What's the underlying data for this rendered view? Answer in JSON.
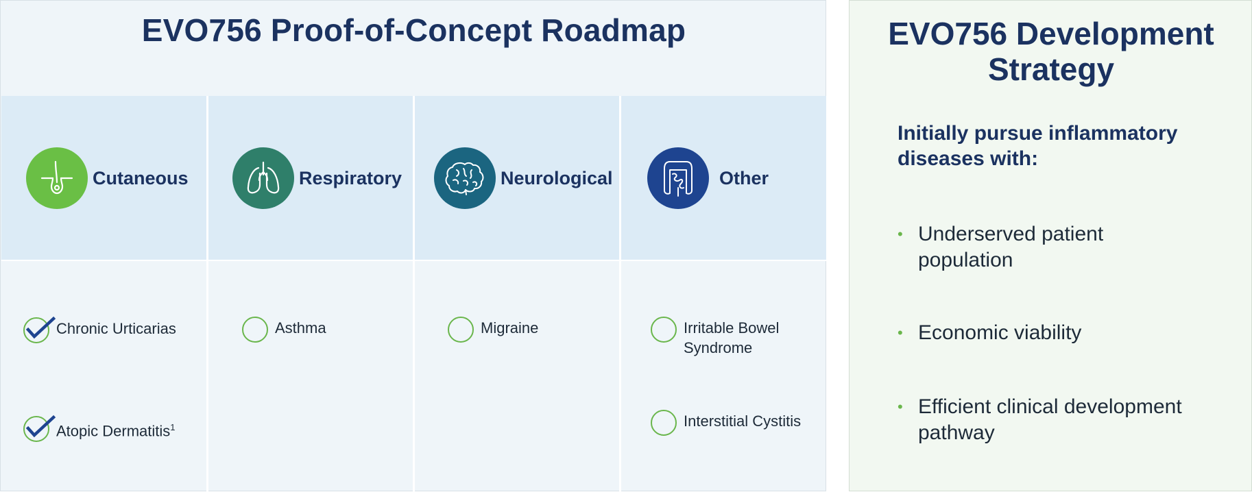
{
  "roadmap": {
    "title": "EVO756 Proof-of-Concept Roadmap",
    "categories": [
      {
        "label": "Cutaneous",
        "icon": "hair-follicle-icon",
        "color": "#6abf45"
      },
      {
        "label": "Respiratory",
        "icon": "lungs-icon",
        "color": "#2f7f6a"
      },
      {
        "label": "Neurological",
        "icon": "brain-icon",
        "color": "#1b6580"
      },
      {
        "label": "Other",
        "icon": "intestine-icon",
        "color": "#1e4490"
      }
    ],
    "items": {
      "chronic_urticarias": {
        "label": "Chronic Urticarias",
        "status": "checked"
      },
      "atopic_dermatitis": {
        "label": "Atopic Dermatitis",
        "footnote": "1",
        "status": "checked"
      },
      "asthma": {
        "label": "Asthma",
        "status": "open"
      },
      "migraine": {
        "label": "Migraine",
        "status": "open"
      },
      "ibs_line1": {
        "label": "Irritable Bowel"
      },
      "ibs_line2": {
        "label": "Syndrome"
      },
      "ibs": {
        "status": "open"
      },
      "interstitial_cystitis": {
        "label": "Interstitial Cystitis",
        "status": "open"
      }
    },
    "colors": {
      "title": "#1b3260",
      "check": "#1e4490",
      "circle": "#6ab64c",
      "band": "#dcebf6"
    }
  },
  "strategy": {
    "title_line1": "EVO756 Development",
    "title_line2": "Strategy",
    "subtitle_line1": "Initially pursue inflammatory",
    "subtitle_line2": "diseases with:",
    "bullets": {
      "b1_line1": "Underserved patient",
      "b1_line2": "population",
      "b2_line1": "Economic viability",
      "b3_line1": "Efficient clinical development",
      "b3_line2": "pathway"
    },
    "bullet_color": "#6ab64c"
  }
}
